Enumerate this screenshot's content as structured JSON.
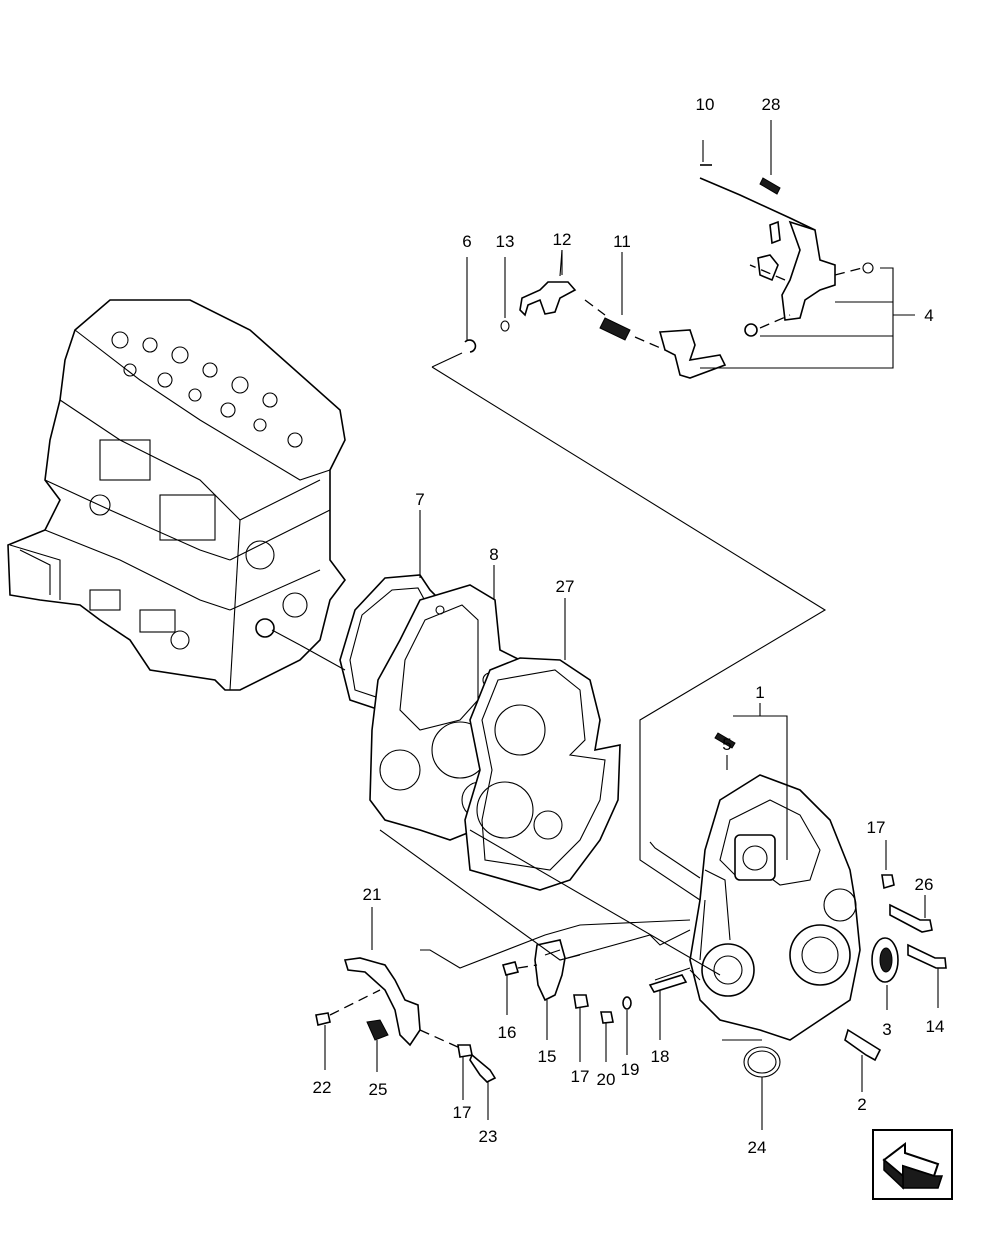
{
  "callouts": {
    "p1": "1",
    "p2": "2",
    "p3": "3",
    "p4": "4",
    "p5": "5",
    "p6": "6",
    "p7": "7",
    "p8": "8",
    "p10": "10",
    "p11": "11",
    "p12": "12",
    "p13": "13",
    "p14": "14",
    "p15": "15",
    "p16": "16",
    "p17a": "17",
    "p17b": "17",
    "p17c": "17",
    "p18": "18",
    "p19": "19",
    "p20": "20",
    "p21": "21",
    "p22": "22",
    "p23": "23",
    "p24": "24",
    "p25": "25",
    "p26": "26",
    "p27": "27",
    "p28": "28"
  },
  "icons": {
    "corner": "direction-arrow-icon"
  }
}
